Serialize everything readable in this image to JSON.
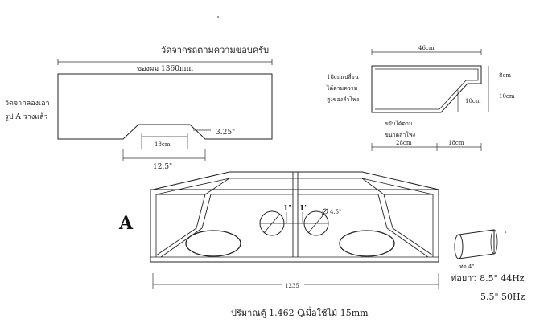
{
  "panel": {
    "title": "วัดจากรถตามความขอบครับ",
    "length": "ของผม 1360mm",
    "side_note_1": "วัดจากลองเอา",
    "side_note_2": "รูป A วางแล้ว",
    "notch_width": "18cm",
    "notch_depth": "3.25\"",
    "bottom_width": "12.5\""
  },
  "side_view": {
    "top_width": "46cm",
    "right_top": "8cm",
    "right_mid": "10cm",
    "right_inner": "10cm",
    "note_1": "18cmเปลี่ยน",
    "note_2": "ได้ตามความ",
    "note_3": "สูงของลำโพง",
    "note_4": "ขยับได้ตาม",
    "note_5": "ขนาดลำโพง",
    "bottom_left": "28cm",
    "bottom_right": "18cm"
  },
  "box": {
    "letter": "A",
    "port_left": "1\"",
    "port_right": "1\"",
    "port_diameter": "4.5\"",
    "total_length": "1235"
  },
  "tube": {
    "label": "ท่อ 4\"",
    "length_line_1": "ท่อยาว 8.5\"   44Hz",
    "length_line_2": "5.5\"    50Hz"
  },
  "footer": {
    "volume": "ปริมาณตู้ 1.462 Q",
    "wood": "เมื่อใช้ไม้ 15mm"
  }
}
